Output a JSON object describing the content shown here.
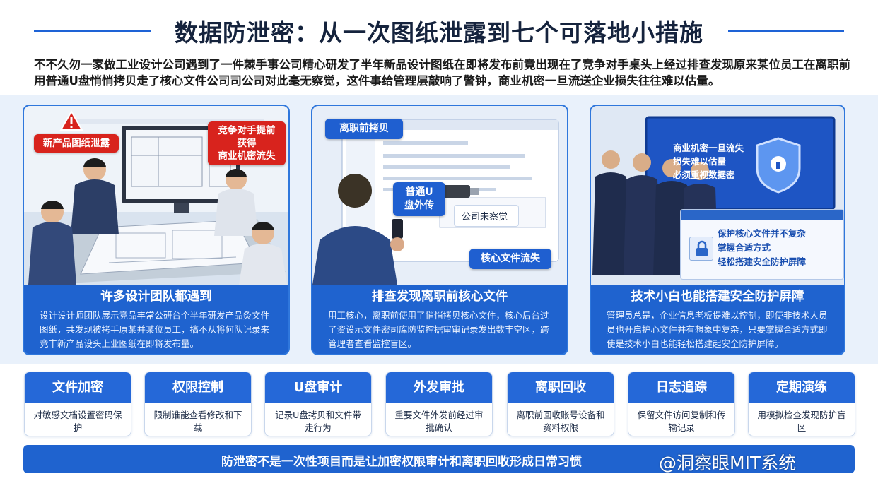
{
  "header": {
    "title": "数据防泄密：从一次图纸泄露到七个可落地小措施",
    "intro": "不不久勿一家做工业设计公司遇到了一件棘手事公司精心研发了半年新品设计图纸在即将发布前竟出现在了竞争对手桌头上经过排查发现原来某位员工在离职前用普通U盘悄悄拷贝走了核心文件公司司公司对此毫无察觉，这件事给管理层敲响了警钟，商业机密一旦流送企业损失往往难以估量。"
  },
  "panels": [
    {
      "callouts": [
        "新产品图纸泄露",
        "竞争对手提前获得\n商业机密流失"
      ],
      "title": "许多设计团队都遇到",
      "text": "设计设计师团队展示竞品丰常公研台个半年研发产品灸文件图纸，共发现被拷手原某并某位员工，搞不从将何队记录来竞丰新产品设头上业图纸在即将发布量。"
    },
    {
      "callouts": [
        "离职前拷贝",
        "普通U\n盘外传",
        "公司未察觉",
        "核心文件流失"
      ],
      "title": "排查发现离职前核心文件",
      "text": "用工核心，离职前使用了悄悄拷贝核心文件，核心后台过了资设示文件密司库防监控据审审记录发出数丰空区，跨管理者查看监控盲区。"
    },
    {
      "callouts": [
        "商业机密一旦流失",
        "损失难以估量",
        "必须重视数据密",
        "保护核心文件并不复杂",
        "掌握合适方式",
        "轻松搭建安全防护屏障"
      ],
      "title": "技术小白也能搭建安全防护屏障",
      "text": "管理员总是，企业信息老板提难以控制，即使非技术人员员也开启护心文件并有想象中复杂，只要掌握合适方式即使是技术小白也能轻松搭建起安全防护屏障。"
    }
  ],
  "steps": [
    {
      "title": "文件加密",
      "desc": "对敏感文档设置密码保护"
    },
    {
      "title": "权限控制",
      "desc": "限制谁能查看修改和下载"
    },
    {
      "title": "U盘审计",
      "desc": "记录U盘拷贝和文件带走行为"
    },
    {
      "title": "外发审批",
      "desc": "重要文件外发前经过审批确认"
    },
    {
      "title": "离职回收",
      "desc": "离职前回收账号设备和资料权限"
    },
    {
      "title": "日志追踪",
      "desc": "保留文件访问复制和传输记录"
    },
    {
      "title": "定期演练",
      "desc": "用模拟检查发现防护盲区"
    }
  ],
  "footer": {
    "text": "防泄密不是一次性项目而是让加密权限审计和离职回收形成日常习惯",
    "watermark": "@洞察眼MIT系统"
  },
  "colors": {
    "primary": "#1f63cf",
    "accent_red": "#d8231d",
    "band": "#e9f1fb"
  }
}
